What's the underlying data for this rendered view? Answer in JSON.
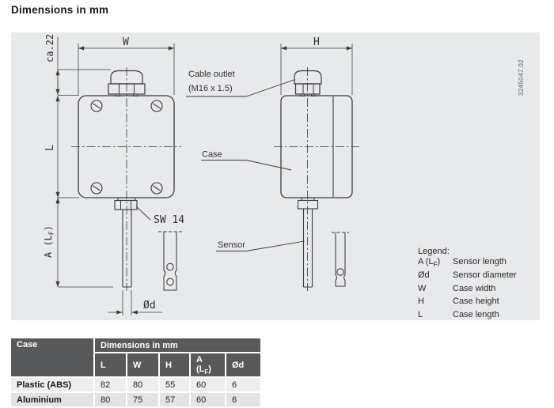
{
  "page": {
    "title": "Dimensions in mm"
  },
  "drawing": {
    "part_number": "3245047.02",
    "panel_bg": "#e8e9ea",
    "line_color": "#3a3b3d",
    "labels": {
      "dim_w": "W",
      "dim_h": "H",
      "dim_l": "L",
      "dim_ca22": "ca.22",
      "dim_a_prefix": "A (L",
      "dim_a_sub": "F",
      "dim_a_suffix": ")",
      "dim_diameter": "Ød",
      "wrench": "SW 14",
      "cable_outlet_line1": "Cable outlet",
      "cable_outlet_line2": "(M16 x 1.5)",
      "case": "Case",
      "sensor": "Sensor"
    },
    "legend": {
      "title": "Legend:",
      "items": [
        {
          "sym": "A (L",
          "sub": "F",
          "suf": ")",
          "desc": "Sensor length"
        },
        {
          "sym": "Ød",
          "sub": "",
          "suf": "",
          "desc": "Sensor diameter"
        },
        {
          "sym": "W",
          "sub": "",
          "suf": "",
          "desc": "Case width"
        },
        {
          "sym": "H",
          "sub": "",
          "suf": "",
          "desc": "Case height"
        },
        {
          "sym": "L",
          "sub": "",
          "suf": "",
          "desc": "Case length"
        }
      ]
    }
  },
  "table": {
    "header_bg": "#58595b",
    "case_header": "Case",
    "group_header": "Dimensions in mm",
    "col_l": "L",
    "col_w": "W",
    "col_h": "H",
    "col_a_prefix": "A (L",
    "col_a_sub": "F",
    "col_a_suffix": ")",
    "col_d": "Ød",
    "rows": [
      {
        "name": "Plastic (ABS)",
        "l": "82",
        "w": "80",
        "h": "55",
        "a": "60",
        "d": "6"
      },
      {
        "name": "Aluminium",
        "l": "80",
        "w": "75",
        "h": "57",
        "a": "60",
        "d": "6"
      }
    ]
  }
}
